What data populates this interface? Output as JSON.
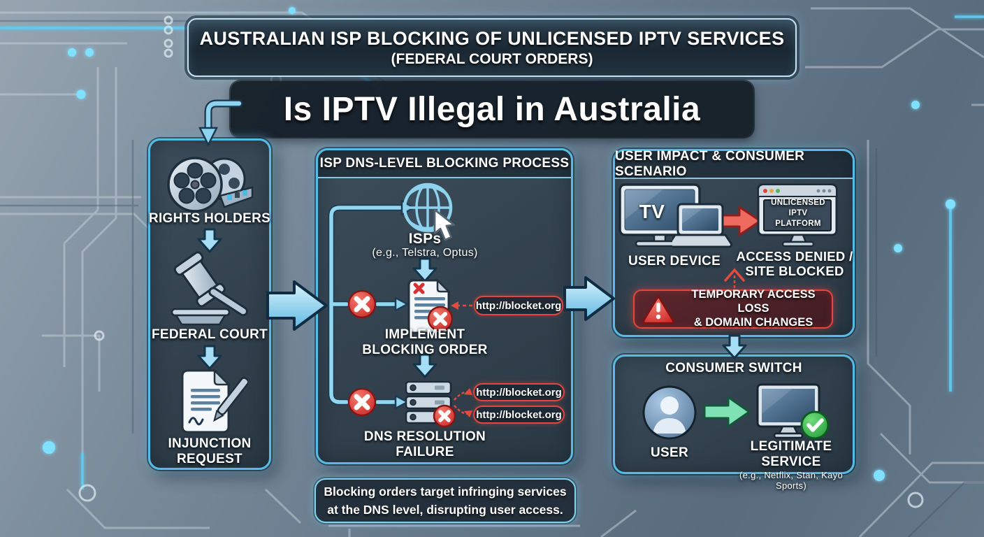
{
  "banner": {
    "line1": "AUSTRALIAN ISP BLOCKING OF UNLICENSED IPTV SERVICES",
    "line2": "(FEDERAL COURT ORDERS)"
  },
  "title": "Is IPTV Illegal in Australia",
  "left_panel": {
    "rights_holders": "RIGHTS HOLDERS",
    "federal_court": "FEDERAL COURT",
    "injunction_line1": "INJUNCTION",
    "injunction_line2": "REQUEST"
  },
  "middle_panel": {
    "header": "ISP DNS-LEVEL BLOCKING PROCESS",
    "isps_label": "ISPs",
    "isps_sub": "(e.g., Telstra, Optus)",
    "blocking_line1": "IMPLEMENT",
    "blocking_line2": "BLOCKING ORDER",
    "blocked_url_1": "http://blocket.org",
    "dns_line1": "DNS RESOLUTION",
    "dns_line2": "FAILURE",
    "blocked_url_2": "http://blocket.org",
    "blocked_url_3": "http://blocket.org"
  },
  "right_panel": {
    "header": "USER IMPACT & CONSUMER SCENARIO",
    "tv_label": "TV",
    "user_device": "USER DEVICE",
    "platform_line1": "UNLICENSED",
    "platform_line2": "IPTV PLATFORM",
    "denied_line1": "ACCESS DENIED /",
    "denied_line2": "SITE BLOCKED",
    "warning_line1": "TEMPORARY ACCESS LOSS",
    "warning_line2": "& DOMAIN CHANGES"
  },
  "consumer_panel": {
    "header": "CONSUMER SWITCH",
    "user": "USER",
    "legit_line1": "LEGITIMATE SERVICE",
    "legit_line2": "(e.g., Netflix, Stan, Kayo Sports)"
  },
  "footer_note": {
    "line1": "Blocking orders target infringing services",
    "line2": "at the DNS level, disrupting user access."
  },
  "colors": {
    "accent_cyan": "#6fd0f0",
    "alert_red": "#e2463e",
    "success_green": "#35b14a",
    "panel_dark": "#31404d"
  }
}
